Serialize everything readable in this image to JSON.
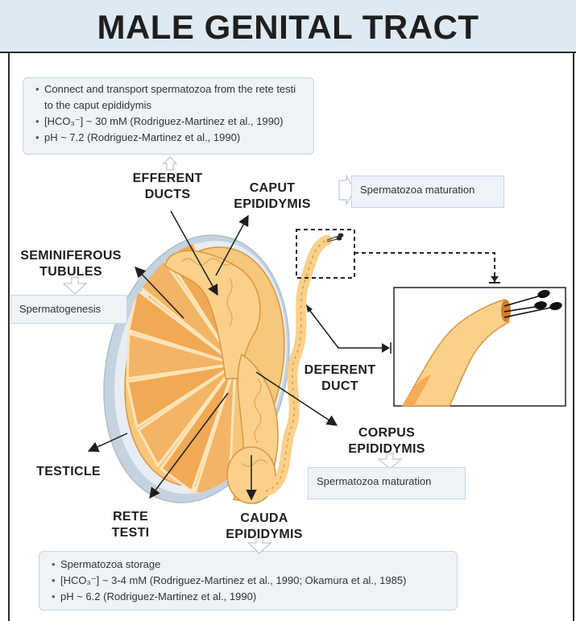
{
  "title": "MALE GENITAL TRACT",
  "top_box": {
    "items": [
      "Connect and transport spermatozoa from the rete testi to the caput epididymis",
      "[HCO₃⁻] ~ 30 mM (Rodriguez-Martinez et al., 1990)",
      "pH ~ 7.2 (Rodriguez-Martinez et al., 1990)"
    ]
  },
  "bottom_box": {
    "items": [
      "Spermatozoa storage",
      "[HCO₃⁻] ~ 3-4 mM (Rodriguez-Martinez et al., 1990; Okamura et al., 1985)",
      "pH ~ 6.2 (Rodriguez-Martinez et al., 1990)"
    ]
  },
  "labels": {
    "efferent_ducts": [
      "EFFERENT",
      "DUCTS"
    ],
    "caput_epididymis": [
      "CAPUT",
      "EPIDIDYMIS"
    ],
    "seminiferous_tubules": [
      "SEMINIFEROUS",
      "TUBULES"
    ],
    "deferent_duct": [
      "DEFERENT",
      "DUCT"
    ],
    "corpus_epididymis": [
      "CORPUS",
      "EPIDIDYMIS"
    ],
    "testicle": "TESTICLE",
    "rete_testi": [
      "RETE",
      "TESTI"
    ],
    "cauda_epididymis": [
      "CAUDA",
      "EPIDIDYMIS"
    ]
  },
  "notes": {
    "caput": "Spermatozoa maturation",
    "seminiferous": "Spermatogenesis",
    "corpus": "Spermatozoa maturation"
  },
  "colors": {
    "title_bg": "#dfe9f2",
    "box_bg": "#eef3f8",
    "box_border": "#c7d5e2",
    "tissue_light": "#f9cf86",
    "tissue_mid": "#f2ad55",
    "tissue_dark": "#d07f2a",
    "tunica": "#c4d3df"
  }
}
